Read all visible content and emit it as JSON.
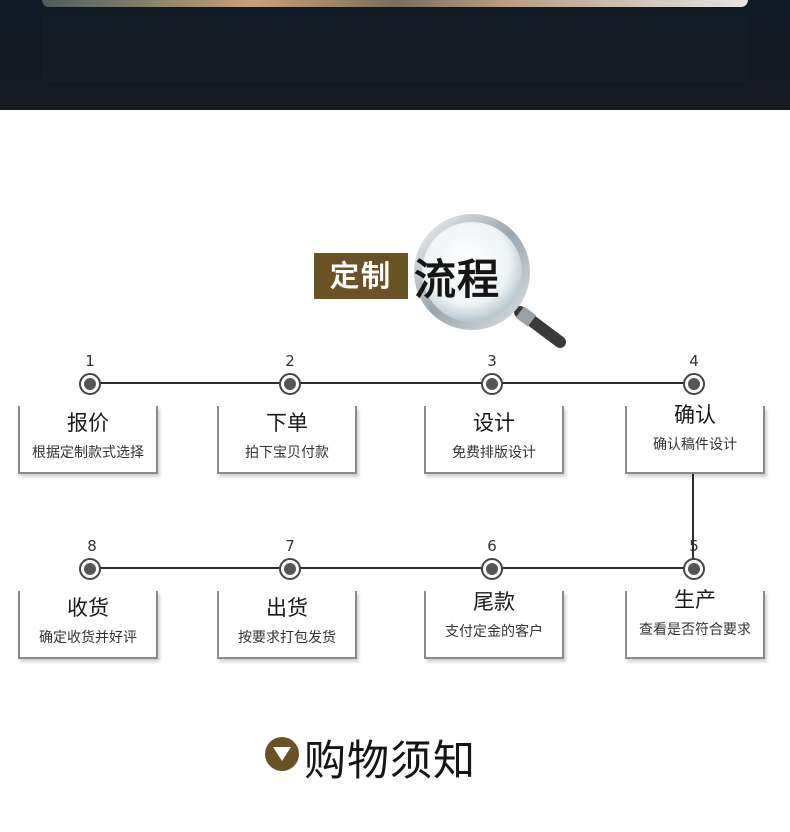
{
  "process": {
    "tag": "定制",
    "title": "流程"
  },
  "steps": [
    {
      "num": "1",
      "title": "报价",
      "desc": "根据定制款式选择"
    },
    {
      "num": "2",
      "title": "下单",
      "desc": "拍下宝贝付款"
    },
    {
      "num": "3",
      "title": "设计",
      "desc": "免费排版设计"
    },
    {
      "num": "4",
      "title": "确认",
      "desc": "确认稿件设计"
    },
    {
      "num": "5",
      "title": "生产",
      "desc": "查看是否符合要求"
    },
    {
      "num": "6",
      "title": "尾款",
      "desc": "支付定金的客户"
    },
    {
      "num": "7",
      "title": "出货",
      "desc": "按要求打包发货"
    },
    {
      "num": "8",
      "title": "收货",
      "desc": "确定收货并好评"
    }
  ],
  "notice": {
    "title": "购物须知",
    "icon": "triangle-down-icon"
  },
  "colors": {
    "accent": "#6a5225",
    "banner": "#141820",
    "line": "#2b2b2b"
  }
}
